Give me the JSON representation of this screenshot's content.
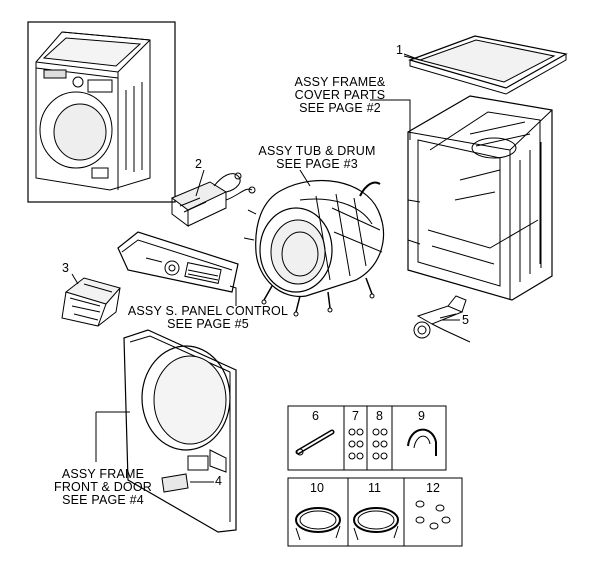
{
  "callouts": {
    "frame_cover": {
      "line1": "ASSY FRAME&",
      "line2": "COVER PARTS",
      "line3": "SEE PAGE #2"
    },
    "tub_drum": {
      "line1": "ASSY TUB & DRUM",
      "line2": "SEE PAGE #3"
    },
    "panel_control": {
      "line1": "ASSY S. PANEL CONTROL",
      "line2": "SEE PAGE #5"
    },
    "front_door": {
      "line1": "ASSY FRAME",
      "line2": "FRONT & DOOR",
      "line3": "SEE PAGE #4"
    }
  },
  "part_numbers": {
    "p1": "1",
    "p2": "2",
    "p3": "3",
    "p4": "4",
    "p5": "5",
    "p6": "6",
    "p7": "7",
    "p8": "8",
    "p9": "9",
    "p10": "10",
    "p11": "11",
    "p12": "12"
  }
}
